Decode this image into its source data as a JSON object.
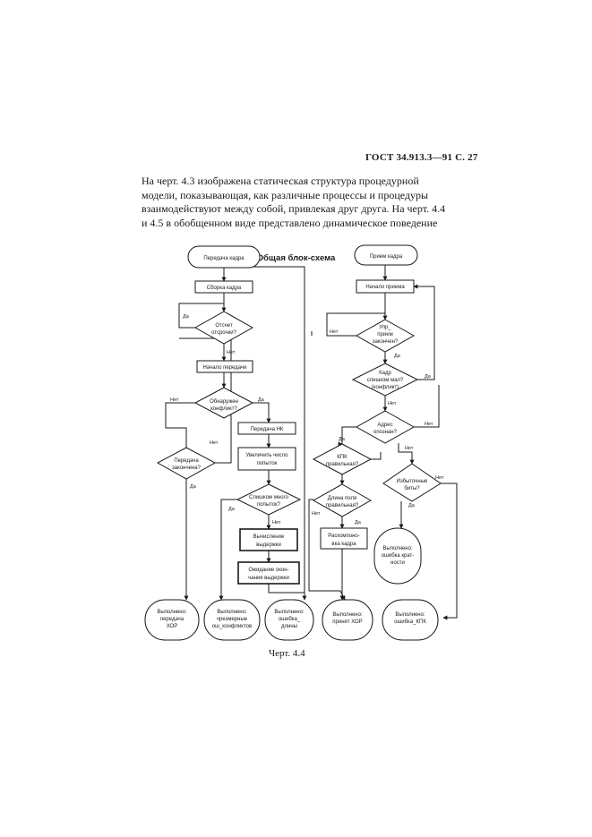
{
  "header": "ГОСТ 34.913.3—91 С. 27",
  "paragraph": [
    "На черт. 4.3 изображена статическая структура процедурной",
    "модели, показывающая, как различные процессы и процедуры",
    "взаимодействуют между собой, привлекая друг друга. На черт. 4.4",
    "и 4.5 в обобщенном виде представлено динамическое поведение"
  ],
  "scheme_title": "Общая блок-схема",
  "caption": "Черт. 4.4",
  "left": {
    "start": "Передача кадра",
    "assemble": "Сборка кадра",
    "defer_q": [
      "Отсчет",
      "отсрочки?"
    ],
    "start_tx": "Начало передачи",
    "collision_q": [
      "Обнаружен",
      "конфликт?"
    ],
    "tx_done_q": [
      "Передача",
      "закончена?"
    ],
    "jam": "Передача НК",
    "inc_attempts": [
      "Увеличить число",
      "попыток"
    ],
    "too_many_q": [
      "Слишком много",
      "попыток?"
    ],
    "calc_backoff": [
      "Вычисление",
      "выдержки"
    ],
    "wait_backoff": [
      "Ожидание окон-",
      "чания выдержки"
    ]
  },
  "right": {
    "start": "Прием кадра",
    "rx_start": "Начало приема",
    "rx_done_q": [
      "Упр_",
      "прием",
      "закончен?"
    ],
    "short_q": [
      "Кадр",
      "слишком мал?",
      "(конфликт)"
    ],
    "addr_q": [
      "Адрес",
      "опознан?"
    ],
    "crc_q": [
      "КПК",
      "правильная?"
    ],
    "extra_bits_q": [
      "Избыточные",
      "биты?"
    ],
    "length_q": [
      "Длина поля",
      "правильная?"
    ],
    "disassemble": [
      "Раскомпоно-",
      "вка кадра"
    ],
    "align_err": [
      "Выполнено:",
      "ошибка крат-",
      "ности"
    ]
  },
  "terminals": [
    [
      "Выполнено:",
      "передача",
      "ХОР"
    ],
    [
      "Выполнено:",
      "чрезмерные",
      "ош_конфликтов"
    ],
    [
      "Выполнено:",
      "ошибка_",
      "длины"
    ],
    [
      "Выполнено:",
      "принят ХОР"
    ],
    [
      "Выполнено:",
      "ошибка_КПК"
    ]
  ],
  "labels": {
    "yes": "Да",
    "no": "Нет"
  }
}
